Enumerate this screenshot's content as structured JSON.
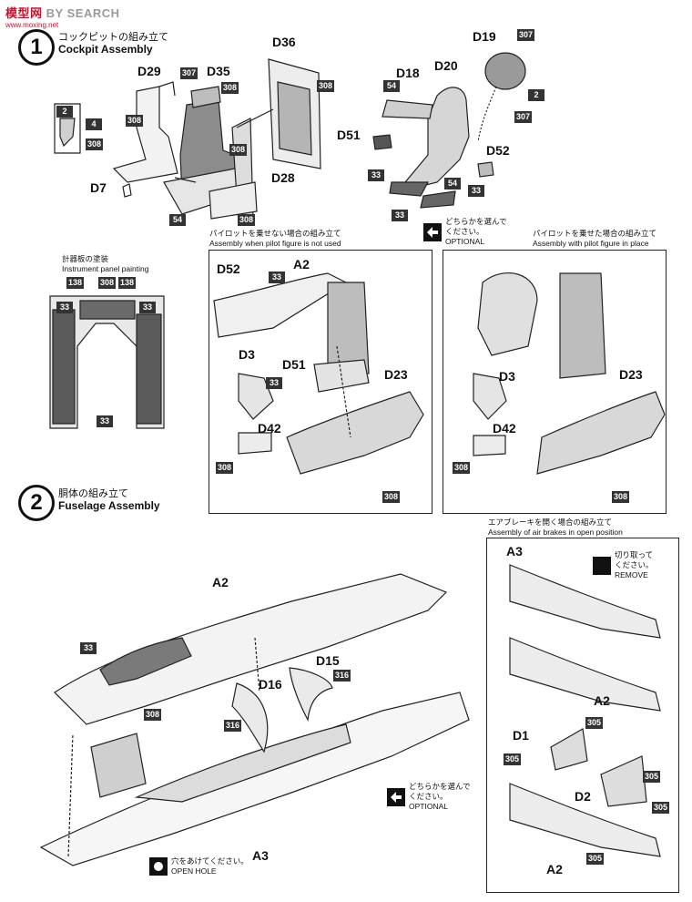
{
  "watermark": {
    "brand_a": "模",
    "brand_b": "型",
    "brand_c": "网",
    "brand_d": "BY SEARCH",
    "url": "www.moxing.net"
  },
  "step1": {
    "number": "1",
    "title_jp": "コックピットの組み立て",
    "title_en": "Cockpit Assembly"
  },
  "step2": {
    "number": "2",
    "title_jp": "胴体の組み立て",
    "title_en": "Fuselage Assembly"
  },
  "parts": {
    "d29": "D29",
    "d35": "D35",
    "d36": "D36",
    "d7": "D7",
    "d28": "D28",
    "d18": "D18",
    "d20": "D20",
    "d19": "D19",
    "d51": "D51",
    "d52": "D52",
    "a2": "A2",
    "d3": "D3",
    "d42": "D42",
    "d23": "D23",
    "d15": "D15",
    "d16": "D16",
    "a3": "A3",
    "d1": "D1",
    "d2": "D2"
  },
  "paints": {
    "c307": "307",
    "c308": "308",
    "c54": "54",
    "c2": "2",
    "c4": "4",
    "c33": "33",
    "c138": "138",
    "c316": "316",
    "c305": "305"
  },
  "instrument": {
    "title_jp": "計器板の塗装",
    "title_en": "Instrument panel painting"
  },
  "no_pilot": {
    "title_jp": "パイロットを乗せない場合の組み立て",
    "title_en": "Assembly when pilot figure is not used"
  },
  "with_pilot": {
    "title_jp": "パイロットを乗せた場合の組み立て",
    "title_en": "Assembly with pilot figure in place"
  },
  "optional": {
    "jp_line1": "どちらかを選んで",
    "jp_line2": "ください。",
    "en": "OPTIONAL"
  },
  "airbrake": {
    "title_jp": "エアブレーキを開く場合の組み立て",
    "title_en": "Assembly of air brakes in open position"
  },
  "remove": {
    "jp_line1": "切り取って",
    "jp_line2": "ください。",
    "en": "REMOVE"
  },
  "open_hole": {
    "jp": "穴をあけてください。",
    "en": "OPEN HOLE"
  }
}
